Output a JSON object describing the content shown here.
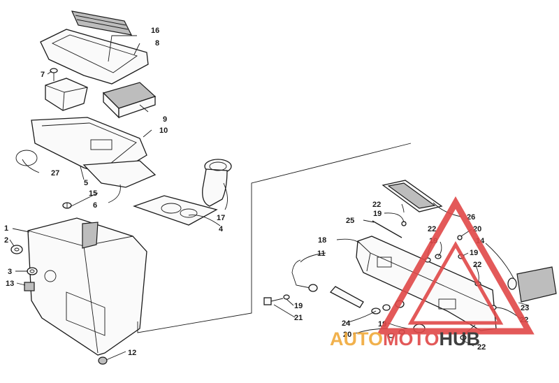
{
  "diagram": {
    "callouts": [
      "16",
      "8",
      "7",
      "9",
      "10",
      "27",
      "5",
      "15",
      "6",
      "17",
      "4",
      "1",
      "2",
      "3",
      "13",
      "12",
      "11",
      "18",
      "19",
      "21",
      "25",
      "22",
      "26",
      "20",
      "14",
      "23",
      "24"
    ]
  },
  "watermark": {
    "part1": "AUTO",
    "part2": "MOTO",
    "part3": "HUB",
    "colors": {
      "orange": "#f0a93a",
      "red": "#e04848",
      "dark": "#2b2b2b"
    }
  }
}
